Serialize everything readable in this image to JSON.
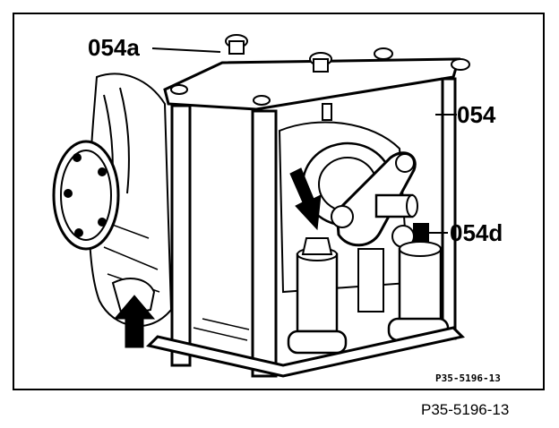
{
  "callouts": {
    "label_054a": "054a",
    "label_054": "054",
    "label_054d": "054d"
  },
  "figure": {
    "inner_ref": "P35-5196-13",
    "outer_ref": "P35-5196-13"
  }
}
